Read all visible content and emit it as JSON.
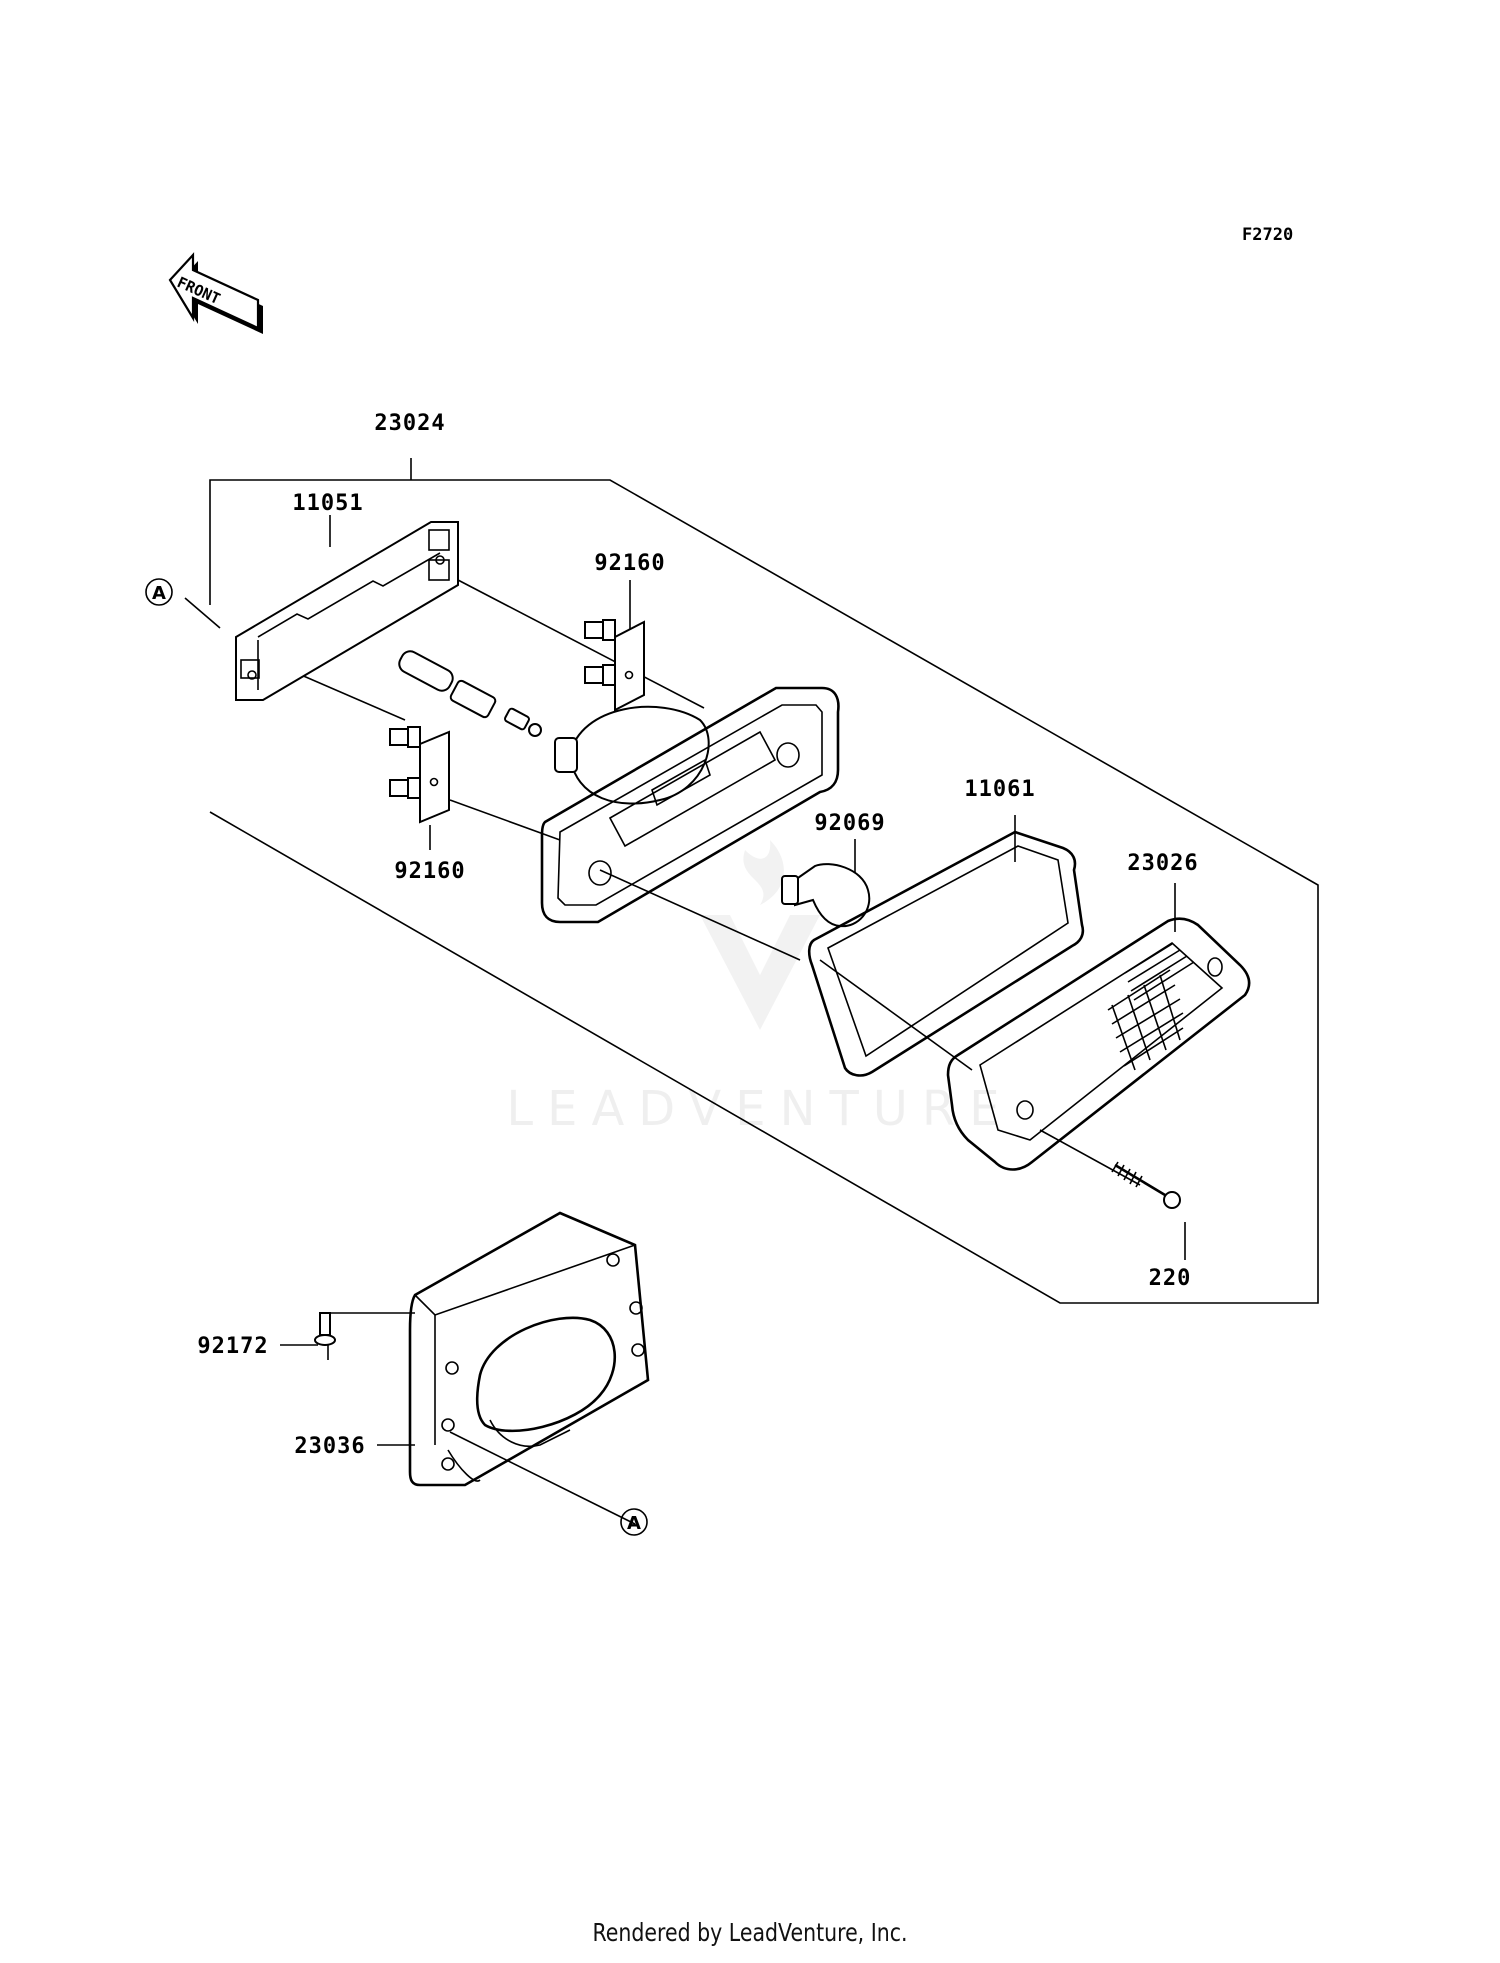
{
  "diagram_code": "F2720",
  "front_arrow_label": "FRONT",
  "watermark_text": "LEADVENTURE",
  "footer_text": "Rendered by LeadVenture, Inc.",
  "callouts": {
    "assembly": "23024",
    "gasket_11051": "11051",
    "socket_upper": "92160",
    "socket_lower": "92160",
    "bulb": "92069",
    "gasket_11061": "11061",
    "lens": "23026",
    "screw": "220",
    "bolt": "92172",
    "bracket": "23036",
    "ref_a_top": "A",
    "ref_a_bottom": "A"
  }
}
